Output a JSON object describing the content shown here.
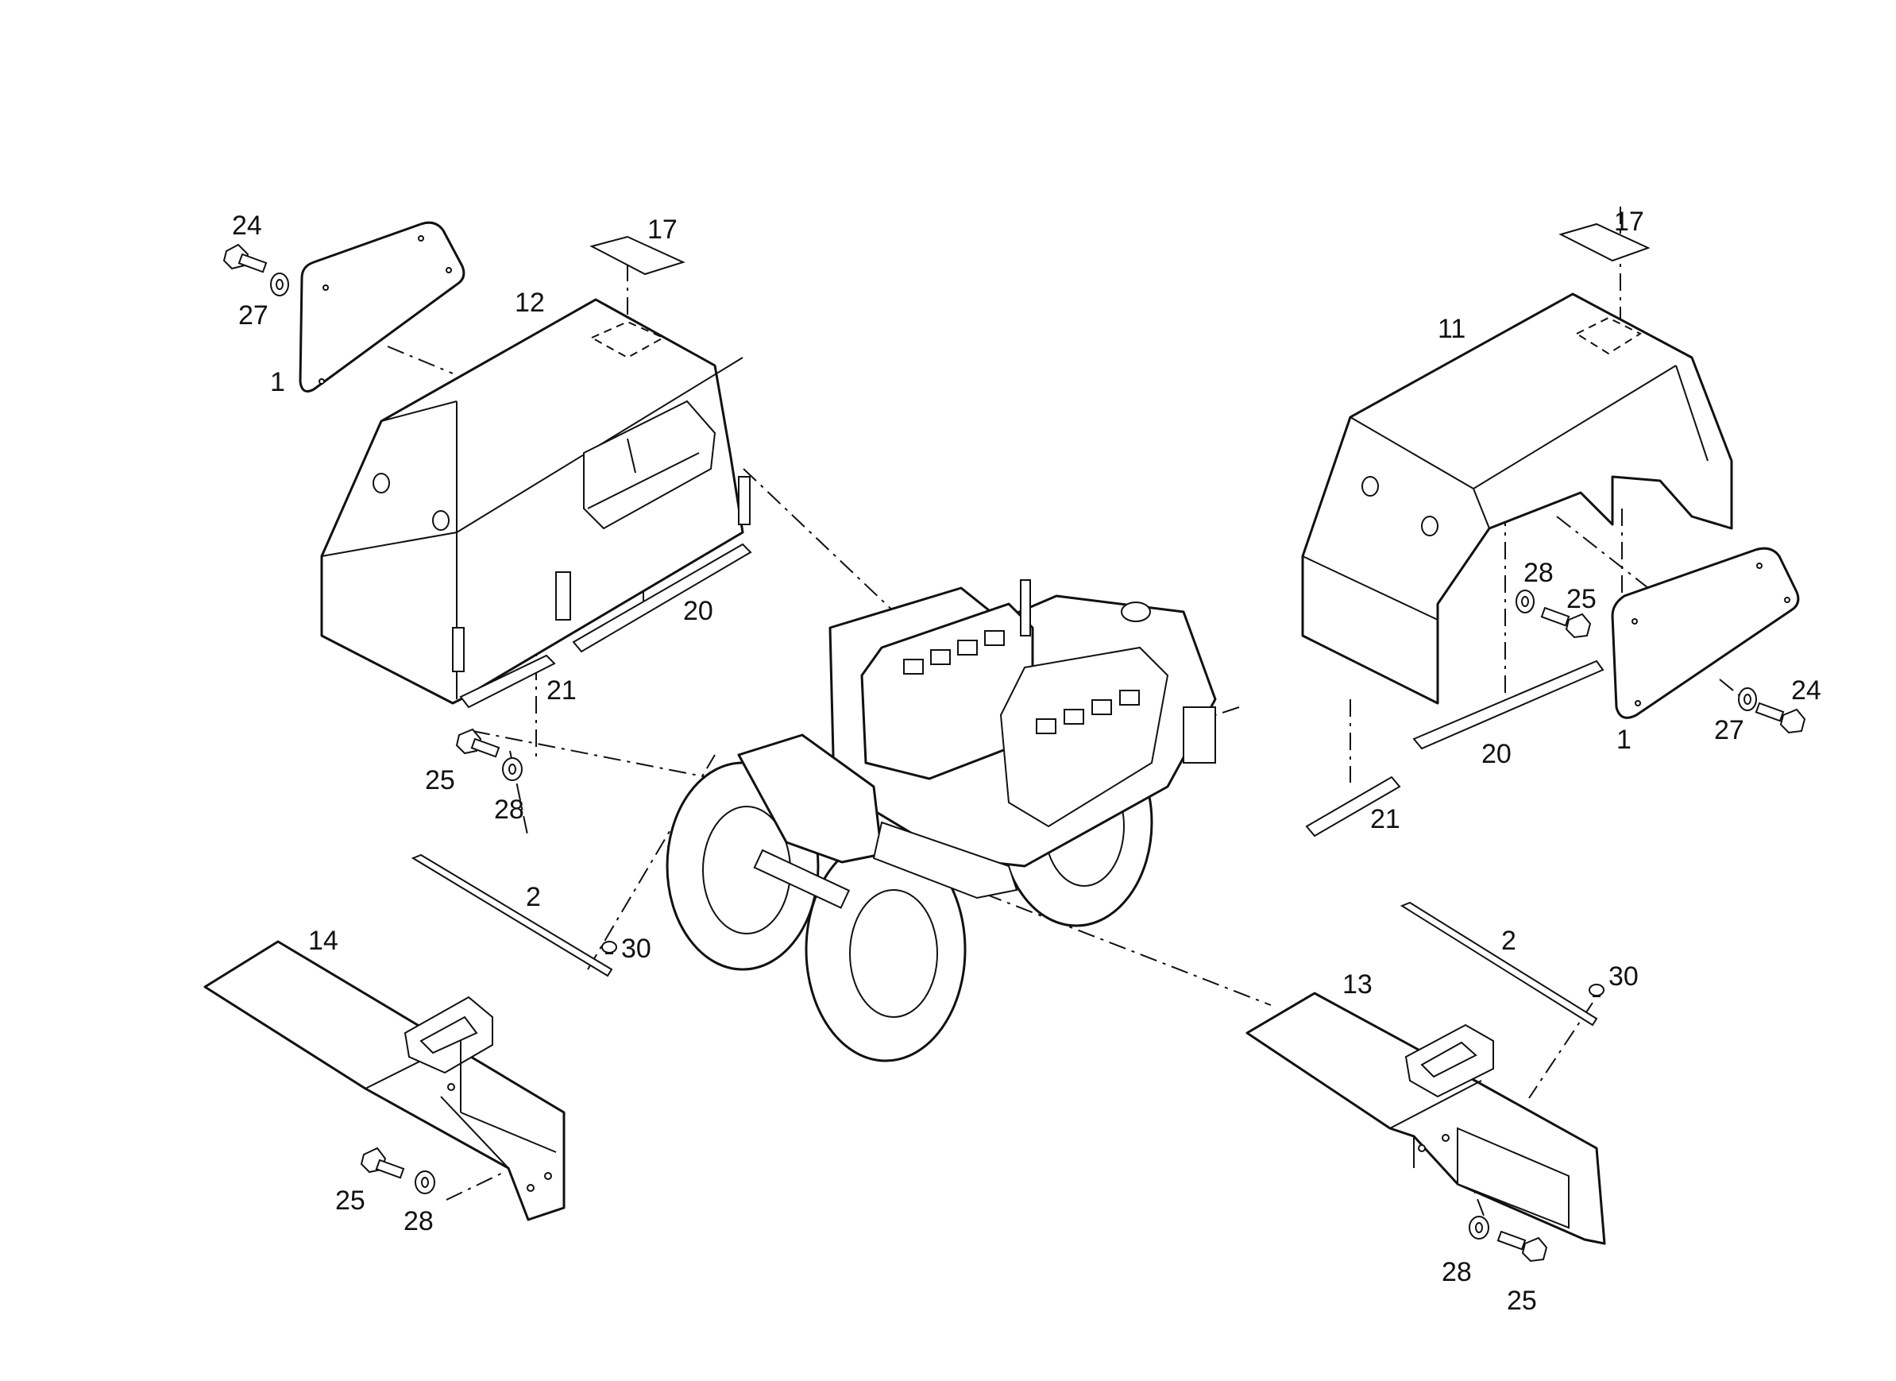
{
  "colors": {
    "ink": "#111111",
    "paper": "#ffffff"
  },
  "callouts": {
    "c24_left": "24",
    "c27_left": "27",
    "c1_left": "1",
    "c12": "12",
    "c17_left": "17",
    "c20_left": "20",
    "c21_left": "21",
    "c25_upper_left": "25",
    "c28_upper_left": "28",
    "c2_left": "2",
    "c30_left": "30",
    "c14": "14",
    "c25_lower_left": "25",
    "c28_lower_left": "28",
    "c17_right": "17",
    "c11": "11",
    "c28_upper_right": "28",
    "c25_upper_right": "25",
    "c24_right": "24",
    "c27_right": "27",
    "c1_right": "1",
    "c20_right": "20",
    "c21_right": "21",
    "c2_right": "2",
    "c30_right": "30",
    "c13": "13",
    "c28_lower_right": "28",
    "c25_lower_right": "25"
  }
}
